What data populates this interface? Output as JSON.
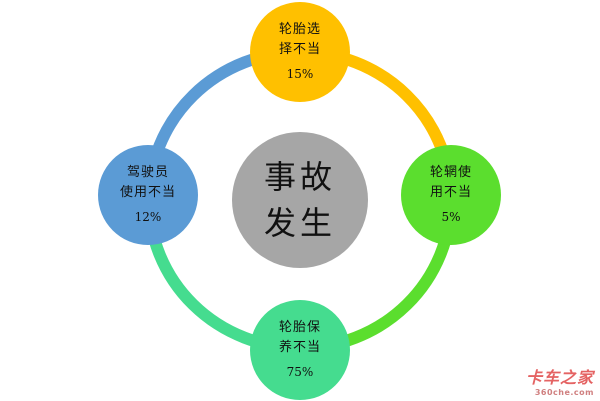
{
  "center": {
    "line1": "事故",
    "line2": "发生",
    "color": "#a6a6a6"
  },
  "nodes": [
    {
      "id": "top",
      "line1": "轮胎选",
      "line2": "择不当",
      "pct": "15%",
      "color": "#ffc000"
    },
    {
      "id": "right",
      "line1": "轮辋使",
      "line2": "用不当",
      "pct": "5%",
      "color": "#5bde2e"
    },
    {
      "id": "bottom",
      "line1": "轮胎保",
      "line2": "养不当",
      "pct": "75%",
      "color": "#45dc8f"
    },
    {
      "id": "left",
      "line1": "驾驶员",
      "line2": "使用不当",
      "pct": "12%",
      "color": "#5b9bd5"
    }
  ],
  "ring_colors": {
    "top_to_right": "#ffc000",
    "right_to_bottom": "#5bde2e",
    "bottom_to_left": "#45dc8f",
    "left_to_top": "#5b9bd5"
  },
  "watermark": {
    "main": "卡车之家",
    "sub": "360che.com"
  }
}
